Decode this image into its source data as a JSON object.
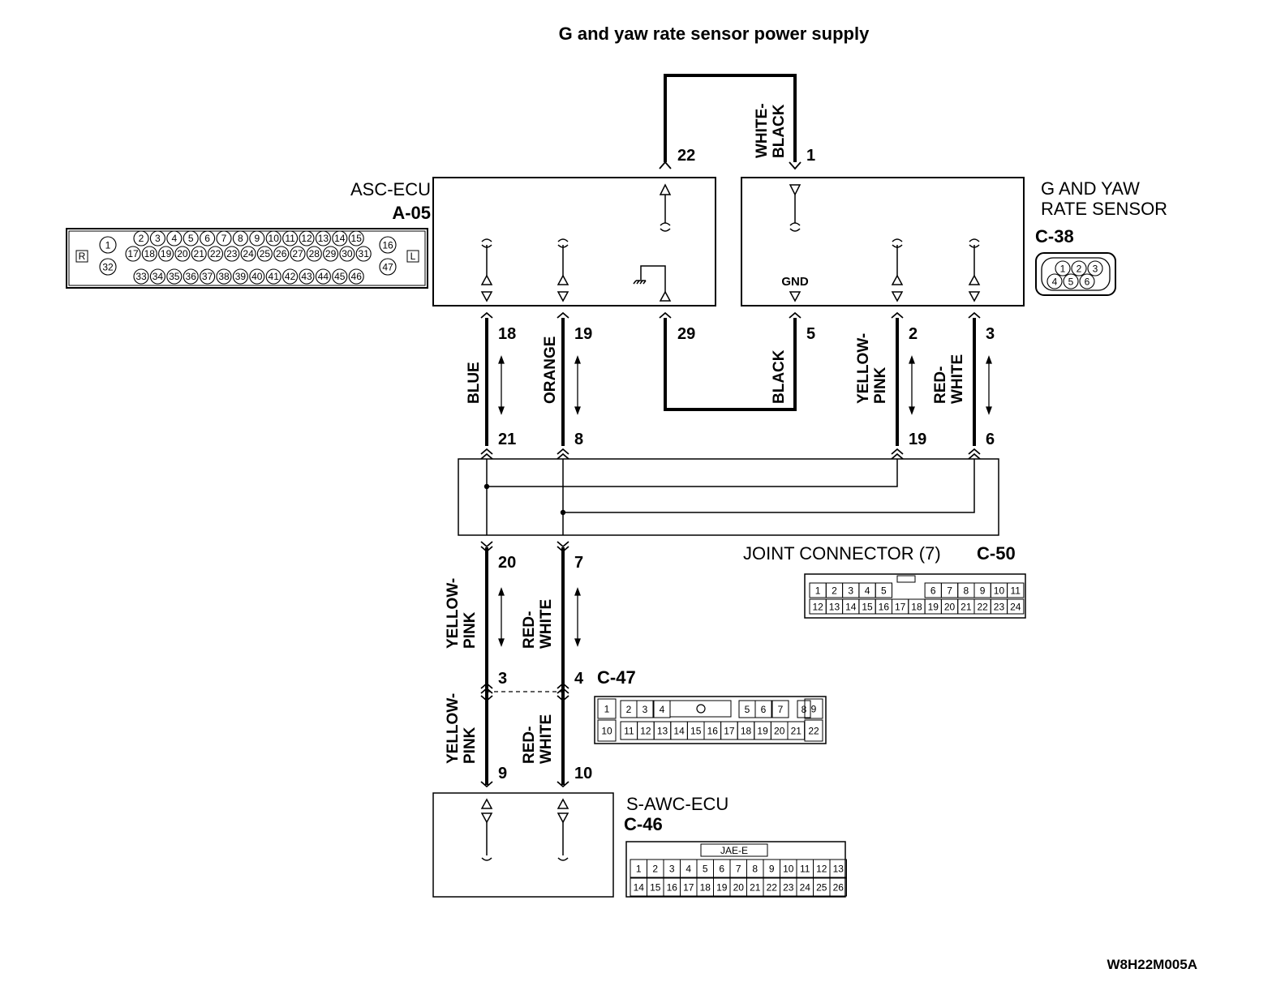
{
  "title": "G and yaw rate sensor power supply",
  "code": "W8H22M005A",
  "asc_ecu": {
    "name": "ASC-ECU",
    "connector": "A-05",
    "pins": {
      "p22": "22",
      "p29": "29",
      "p18": "18",
      "p19": "19"
    },
    "connector_pins": {
      "row1": [
        "2",
        "3",
        "4",
        "5",
        "6",
        "7",
        "8",
        "9",
        "10",
        "11",
        "12",
        "13",
        "14",
        "15"
      ],
      "row2": [
        "17",
        "18",
        "19",
        "20",
        "21",
        "22",
        "23",
        "24",
        "25",
        "26",
        "27",
        "28",
        "29",
        "30",
        "31"
      ],
      "row3": [
        "33",
        "34",
        "35",
        "36",
        "37",
        "38",
        "39",
        "40",
        "41",
        "42",
        "43",
        "44",
        "45",
        "46"
      ],
      "left_top": "1",
      "left_bottom": "32",
      "right_top": "16",
      "right_bottom": "47",
      "side_left": "R",
      "side_right": "L"
    }
  },
  "gyaw_sensor": {
    "name_line1": "G AND YAW",
    "name_line2": "RATE SENSOR",
    "connector": "C-38",
    "gnd_label": "GND",
    "pins": {
      "p1": "1",
      "p5": "5",
      "p2": "2",
      "p3": "3"
    },
    "connector_pins": [
      "1",
      "2",
      "3",
      "4",
      "5",
      "6"
    ]
  },
  "joint_connector": {
    "name": "JOINT CONNECTOR (7)",
    "connector": "C-50",
    "pins": {
      "p21": "21",
      "p8": "8",
      "p19": "19",
      "p6": "6",
      "p20": "20",
      "p7": "7"
    },
    "row1": [
      "1",
      "2",
      "3",
      "4",
      "5",
      "6",
      "7",
      "8",
      "9",
      "10",
      "11"
    ],
    "row2": [
      "12",
      "13",
      "14",
      "15",
      "16",
      "17",
      "18",
      "19",
      "20",
      "21",
      "22",
      "23",
      "24"
    ]
  },
  "c47": {
    "connector": "C-47",
    "pins": {
      "p3": "3",
      "p4": "4",
      "p9": "9",
      "p10": "10"
    },
    "row1": [
      "1",
      "2",
      "3",
      "4",
      "5",
      "6",
      "7",
      "8",
      "9"
    ],
    "row2": [
      "10",
      "11",
      "12",
      "13",
      "14",
      "15",
      "16",
      "17",
      "18",
      "19",
      "20",
      "21",
      "22"
    ]
  },
  "sawc_ecu": {
    "name": "S-AWC-ECU",
    "connector": "C-46",
    "header": "JAE-E",
    "row1": [
      "1",
      "2",
      "3",
      "4",
      "5",
      "6",
      "7",
      "8",
      "9",
      "10",
      "11",
      "12",
      "13"
    ],
    "row2": [
      "14",
      "15",
      "16",
      "17",
      "18",
      "19",
      "20",
      "21",
      "22",
      "23",
      "24",
      "25",
      "26"
    ]
  },
  "wires": {
    "white_black": [
      "WHITE-",
      "BLACK"
    ],
    "black": "BLACK",
    "blue": "BLUE",
    "orange": "ORANGE",
    "yellow_pink": [
      "YELLOW-",
      "PINK"
    ],
    "red_white": [
      "RED-",
      "WHITE"
    ]
  }
}
